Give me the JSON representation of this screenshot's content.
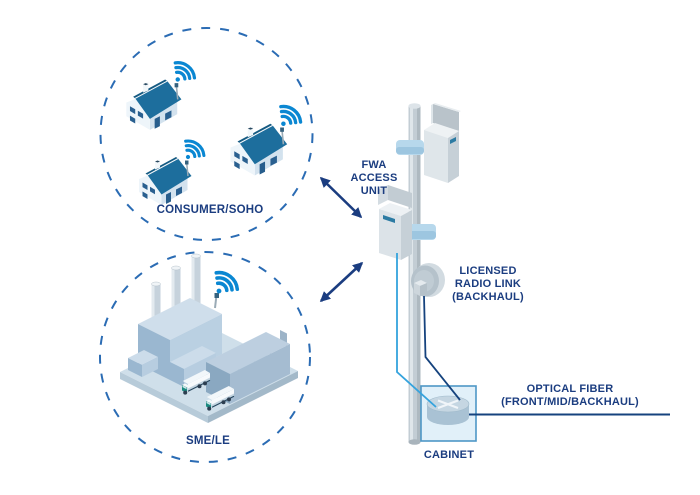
{
  "labels": {
    "consumer": "CONSUMER/SOHO",
    "sme": "SME/LE",
    "fwa_unit": "FWA\nACCESS\nUNIT",
    "radio_link": "LICENSED\nRADIO LINK\n(BACKHAUL)",
    "optical_fiber": "OPTICAL FIBER\n(FRONT/MID/BACKHAUL)",
    "cabinet": "CABINET"
  },
  "colors": {
    "label_text": "#1b3d80",
    "arrow": "#1b3d80",
    "dashed_circle": "#2b6cb4",
    "wifi_blue": "#0a87d2",
    "house_roof": "#1d6e9d",
    "fwa_cable_light_blue": "#35a3dd",
    "backhaul_cable_navy": "#16437e",
    "optical_fiber_line": "#16437e",
    "cabinet_fill": "#d9ecf8",
    "cabinet_border": "#4e97c6",
    "pole_gray": "#c3cdd4",
    "truck_cab_teal": "#1b8a80"
  },
  "scene": {
    "consumer_group": {
      "icon": "house-icon",
      "house_count": 3,
      "wifi": true
    },
    "sme_group": {
      "icon": "factory-icon",
      "truck_count": 2,
      "wifi": true
    },
    "pole": {
      "fwa_units": 2,
      "radio_dish": 1
    },
    "links": [
      "consumer-to-fwa-arrow",
      "sme-to-fwa-arrow",
      "radio-to-cabinet-cable",
      "fwa-to-cabinet-cable",
      "optical-fiber-line"
    ]
  }
}
